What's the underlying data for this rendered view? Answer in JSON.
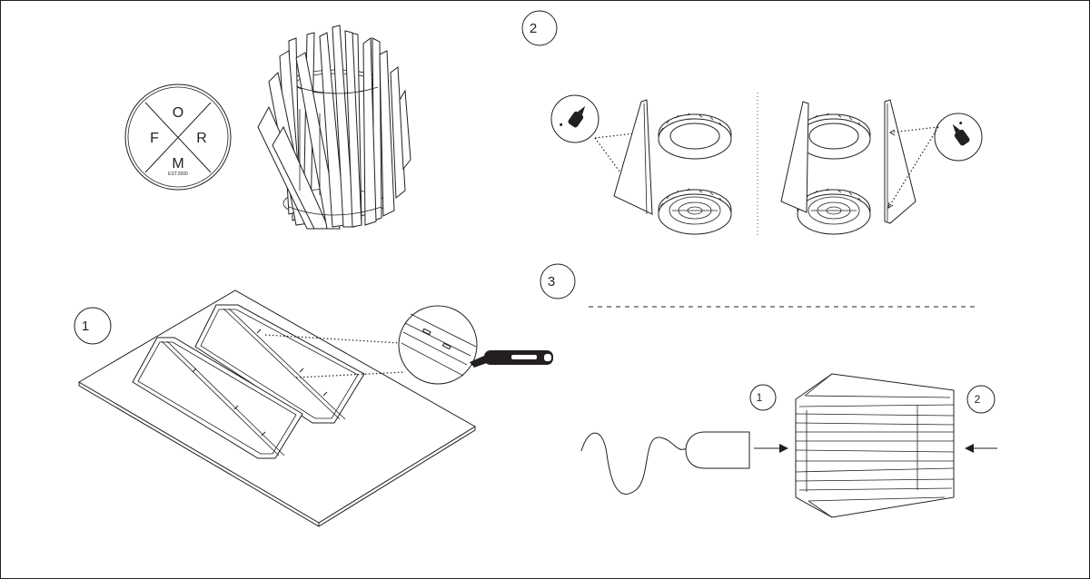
{
  "logo": {
    "letters": {
      "top": "O",
      "left": "F",
      "right": "R",
      "bottom": "M"
    },
    "tagline": "EST.2000"
  },
  "steps": {
    "step1": "1",
    "step2": "2",
    "step3": "3",
    "sub1": "1",
    "sub2": "2"
  },
  "colors": {
    "line": "#231f20",
    "background": "#ffffff"
  },
  "icons": [
    "glue-bottle-icon",
    "craft-knife-icon",
    "light-bulb-socket-icon",
    "arrow-right-icon",
    "arrow-left-icon"
  ]
}
